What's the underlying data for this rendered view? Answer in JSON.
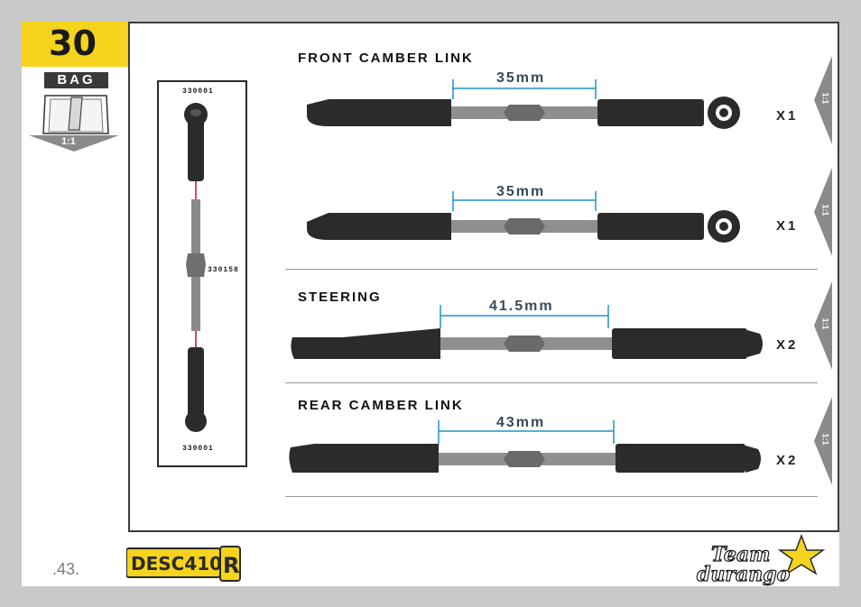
{
  "step": {
    "number": "30",
    "bag_label": "BAG",
    "scale": "1:1"
  },
  "parts": [
    {
      "id": "330001",
      "position": "top"
    },
    {
      "id": "330158",
      "position": "middle"
    },
    {
      "id": "330001",
      "position": "bottom"
    }
  ],
  "sections": {
    "front_camber": {
      "title": "FRONT CAMBER LINK"
    },
    "steering": {
      "title": "STEERING"
    },
    "rear_camber": {
      "title": "REAR CAMBER LINK"
    }
  },
  "links": [
    {
      "dimension": "35mm",
      "quantity": "X1",
      "scale": "1:1"
    },
    {
      "dimension": "35mm",
      "quantity": "X1",
      "scale": "1:1"
    },
    {
      "dimension": "41.5mm",
      "quantity": "X2",
      "scale": "1:1"
    },
    {
      "dimension": "43mm",
      "quantity": "X2",
      "scale": "1:1"
    }
  ],
  "footer": {
    "page_number": ".43.",
    "brand_model": "DESC410R",
    "brand_team": "Team durango"
  },
  "colors": {
    "step_yellow": "#f6d31c",
    "dimension_blue": "#1f93c7",
    "part_red": "#c8102e",
    "rod_end": "#2b2b2b"
  }
}
